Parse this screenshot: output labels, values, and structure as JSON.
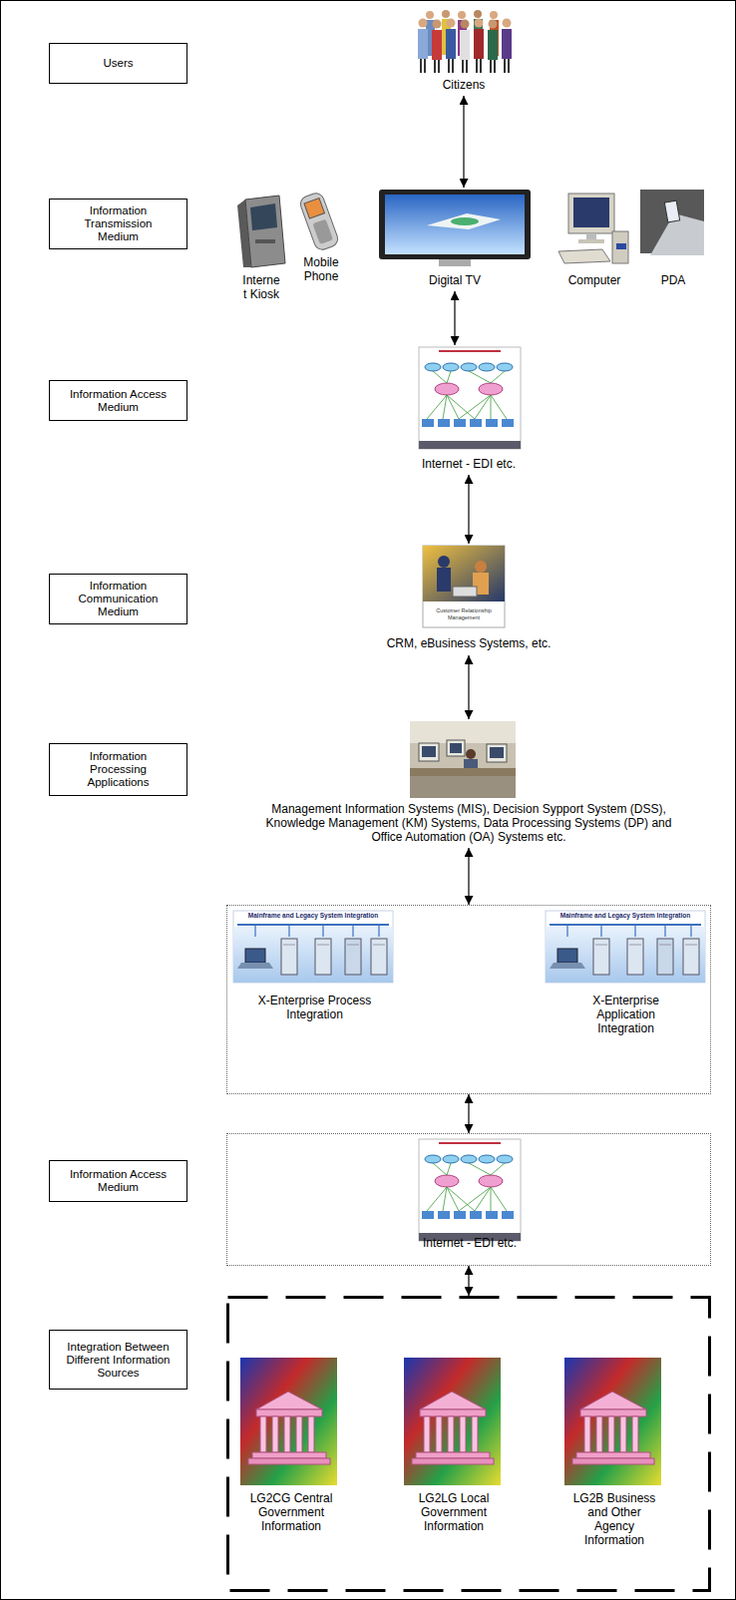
{
  "diagram": {
    "nodes": [
      {
        "text": [
          "Users"
        ]
      },
      {
        "text": [
          "Citizens"
        ]
      },
      {
        "text": [
          "Information Transmission Medium"
        ]
      },
      {
        "text": [
          "Interne t Kiosk"
        ]
      },
      {
        "text": [
          "Mobile Phone"
        ]
      },
      {
        "text": [
          "Digital TV"
        ]
      },
      {
        "text": [
          "Computer"
        ]
      },
      {
        "text": [
          "PDA"
        ]
      },
      {
        "text": [
          "Information Access Medium"
        ]
      },
      {
        "text": [
          "Internet - EDI etc."
        ]
      },
      {
        "text": [
          "Information Communication Medium"
        ]
      },
      {
        "text": [
          "CRM, eBusiness Systems, etc."
        ]
      },
      {
        "text": [
          "Information Processing Applications"
        ]
      },
      {
        "text": [
          "Management Information Systems (MIS), Decision Sypport System (DSS), Knowledge Management (KM) Systems, Data Processing Systems (DP) and Office Automation (OA) Systems etc."
        ]
      },
      {
        "text": []
      },
      {
        "text": [
          "X-Enterprise Process Integration"
        ],
        "in": 14
      },
      {
        "text": [
          "X-Enterprise Application Integration"
        ],
        "in": 14
      },
      {
        "text": [
          "Information Access Medium"
        ]
      },
      {
        "text": [
          "Internet - EDI etc."
        ]
      },
      {
        "text": [
          "Integration Between Different Information Sources"
        ]
      },
      {
        "text": []
      },
      {
        "text": [
          "LG2CG Central Government Information"
        ],
        "in": 20
      },
      {
        "text": [
          "LG2LG Local Government Information"
        ],
        "in": 20
      },
      {
        "text": [
          "LG2B Business and Other Agency Information"
        ],
        "in": 20
      }
    ],
    "edges": [
      {
        "from": 1,
        "to": 5,
        "arrow": "both"
      },
      {
        "from": 5,
        "to": 9,
        "arrow": "both"
      },
      {
        "from": 9,
        "to": 11,
        "arrow": "both"
      },
      {
        "from": 11,
        "to": 13,
        "arrow": "both"
      },
      {
        "from": 13,
        "to": 14,
        "arrow": "both"
      },
      {
        "from": 14,
        "to": 18,
        "arrow": "both"
      },
      {
        "from": 18,
        "to": 20,
        "arrow": "both"
      }
    ],
    "labels": [
      "Customer Relationship Management",
      "Mainframe and Legacy System Integration",
      "Mainframe and Legacy System Integration"
    ]
  }
}
